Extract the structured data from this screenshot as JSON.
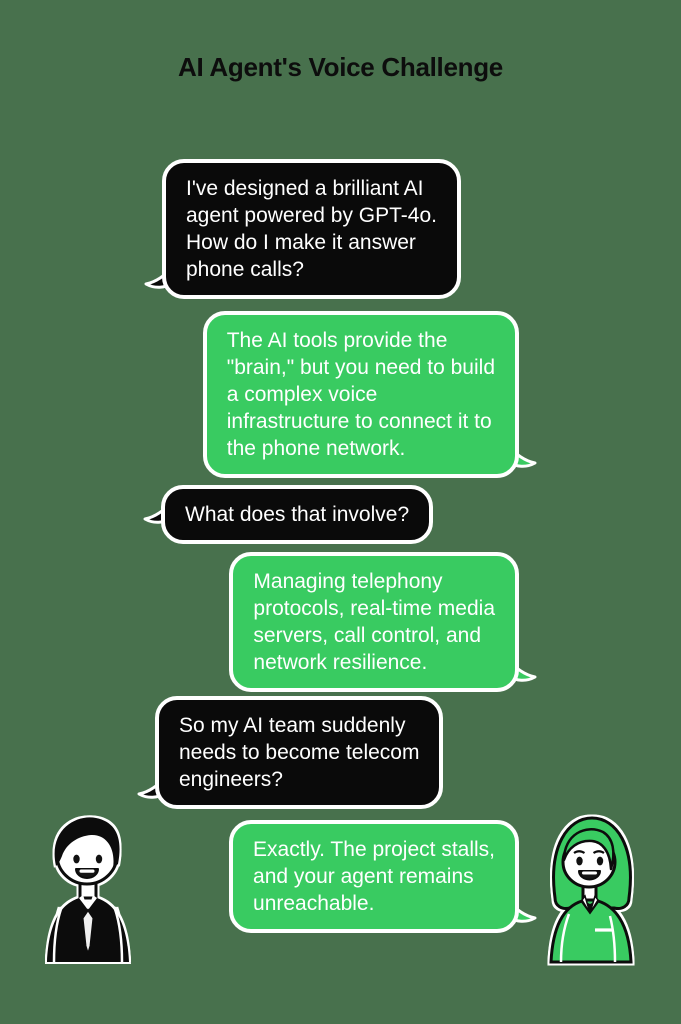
{
  "page": {
    "title": "AI Agent's Voice Challenge",
    "background_color": "#48714D"
  },
  "colors": {
    "user_bubble": "#0a0a0a",
    "agent_bubble": "#39CB61",
    "bubble_border": "#ffffff",
    "bubble_text": "#ffffff",
    "title_text": "#0d0d0d"
  },
  "conversation": {
    "messages": [
      {
        "speaker": "developer",
        "side": "left",
        "style": "black",
        "text": "I've designed a brilliant AI\nagent powered by GPT-4o.\nHow do I make it answer\nphone calls?"
      },
      {
        "speaker": "expert",
        "side": "right",
        "style": "green",
        "text": "The AI tools provide the\n\"brain,\" but you need to build\na complex voice\ninfrastructure to connect it to\nthe phone network."
      },
      {
        "speaker": "developer",
        "side": "left",
        "style": "black",
        "text": "What does that involve?"
      },
      {
        "speaker": "expert",
        "side": "right",
        "style": "green",
        "text": "Managing telephony\nprotocols, real-time media\nservers, call control, and\nnetwork resilience."
      },
      {
        "speaker": "developer",
        "side": "left",
        "style": "black",
        "text": "So my AI team suddenly\nneeds to become telecom\nengineers?"
      },
      {
        "speaker": "expert",
        "side": "right",
        "style": "green",
        "text": "Exactly. The project stalls,\nand your agent remains\nunreachable."
      }
    ]
  },
  "avatars": {
    "left": {
      "icon": "businessman-avatar"
    },
    "right": {
      "icon": "green-haired-woman-avatar"
    }
  }
}
